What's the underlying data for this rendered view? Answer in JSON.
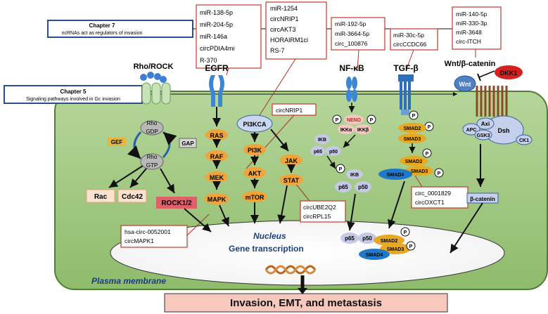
{
  "chapter7": {
    "title": "Chapter 7",
    "subtitle": "ncRNAs act as regulators of invasion"
  },
  "chapter5": {
    "title": "Chapter 5",
    "subtitle": "Signaling pathways involved in Gc invasion"
  },
  "ncrna_boxes": {
    "egfr": [
      "miR-138-5p",
      "miR-204-5p",
      "miR-146a",
      "circPDIA4mi",
      "R-370"
    ],
    "pi3k": [
      "miR-1254",
      "circNRIP1",
      "circAKT3",
      "HORAIRM1ci",
      "RS-7"
    ],
    "nfkb": [
      "miR-192-5p",
      "miR-3664-5p",
      "circ_100876"
    ],
    "tgfb": [
      "miR-30c-5p",
      "circCCDC66"
    ],
    "wnt": [
      "miR-140-5p",
      "miR-330-3p",
      "miR-3648",
      "circ-ITCH"
    ],
    "circnrip1": "circNRIP1",
    "smad": [
      "circ_0001829",
      "circOXCT1"
    ],
    "stat": [
      "circUBE2Q2",
      "circRPL15"
    ],
    "mapk": [
      "hsa-circ-0052001",
      "circMAPK1"
    ]
  },
  "receptors": {
    "rho": "Rho/ROCK",
    "egfr": "EGFR",
    "nfkb": "NF-κB",
    "tgfb": "TGF-β",
    "wnt": "Wnt/β-catenin"
  },
  "rho_path": {
    "rho_top": "Rho",
    "gdp": "GDP",
    "rho_bottom": "Rho",
    "gtp": "GTP",
    "gef": "GEF",
    "gap": "GAP",
    "rac": "Rac",
    "cdc42": "Cdc42",
    "rock": "ROCK1/2"
  },
  "egfr_path": [
    "RAS",
    "RAF",
    "MEK",
    "MAPK"
  ],
  "pi3k_path": {
    "top": "PI3KCA",
    "items": [
      "PI3K",
      "AKT",
      "mTOR"
    ]
  },
  "jak_path": [
    "JAK",
    "STAT"
  ],
  "nfkb_path": {
    "p": "P",
    "neno": "NENO",
    "ikka": "IKKα",
    "ikkb": "IKKβ",
    "ikb": "IKB",
    "p65": "p65",
    "p50": "p50"
  },
  "smad_path": {
    "smad2": "SMAD2",
    "smad3": "SMAD3",
    "smad4": "SMAD4"
  },
  "wnt_path": {
    "wnt": "Wnt",
    "dkk1": "DKK1",
    "apc": "APC",
    "axi": "Axi",
    "gsk3": "GSK3",
    "dsh": "Dsh",
    "ck1": "CK1",
    "bcat": "β-catenin"
  },
  "nucleus": {
    "title": "Nucleus",
    "subtitle": "Gene transcription"
  },
  "plasma_membrane": "Plasma membrane",
  "outcome": "Invasion, EMT, and metastasis",
  "colors": {
    "cell": "#9cc47a",
    "cell_border": "#5a8a3a",
    "orange": "#f2a33a",
    "blue_receptor": "#3d86d6",
    "red_box": "#c0392b",
    "outcome_bg": "#f7c8bd"
  }
}
